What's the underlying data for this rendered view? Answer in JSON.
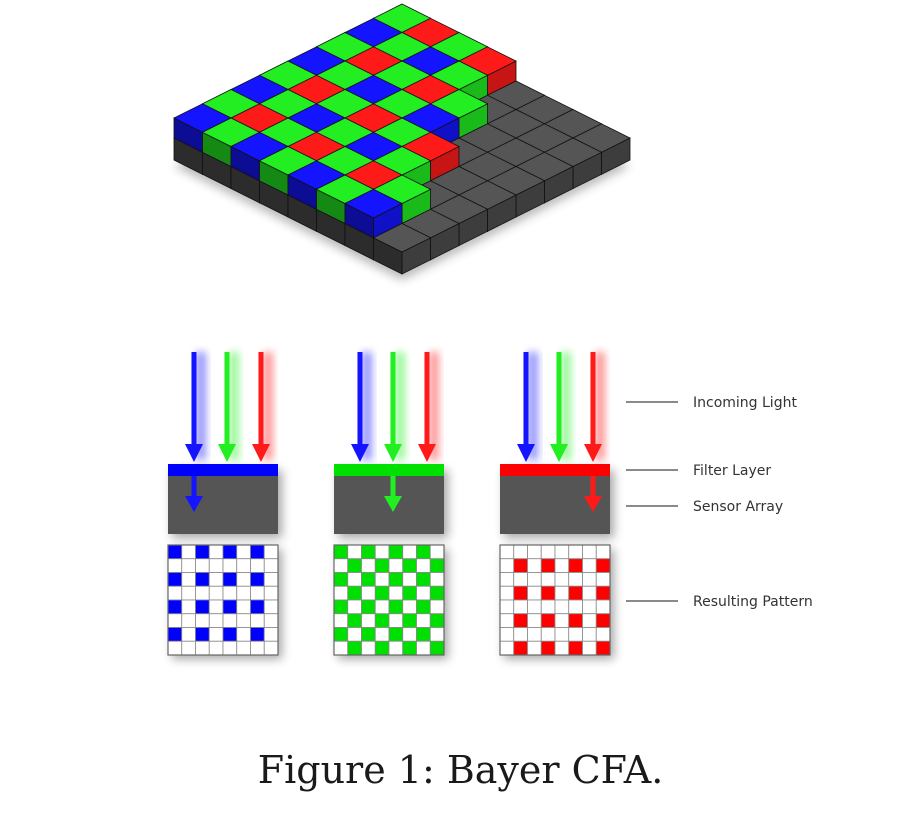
{
  "figure": {
    "labels": {
      "incoming_light": "Incoming Light",
      "filter_layer": "Filter Layer",
      "sensor_array": "Sensor Array",
      "resulting_pattern": "Resulting Pattern"
    },
    "panels": [
      {
        "channel": "blue",
        "filter_color": "#0000ff"
      },
      {
        "channel": "green",
        "filter_color": "#00e000"
      },
      {
        "channel": "red",
        "filter_color": "#ff0000"
      }
    ]
  },
  "colors": {
    "red": "#ff1a1a",
    "green": "#22ee22",
    "blue": "#1414ff",
    "sensor": "#555555",
    "grid_line": "#111111"
  },
  "caption": "Figure 1: Bayer CFA."
}
